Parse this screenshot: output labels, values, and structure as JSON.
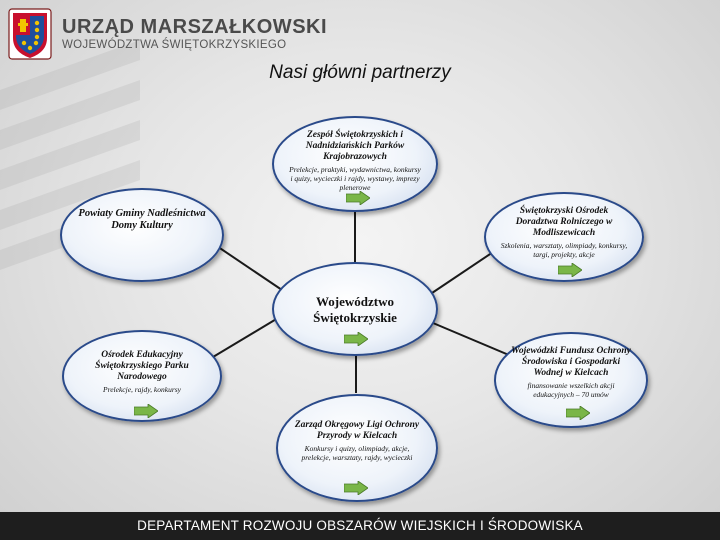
{
  "header": {
    "org_name": "URZĄD MARSZAŁKOWSKI",
    "org_sub": "WOJEWÓDZTWA ŚWIĘTOKRZYSKIEGO"
  },
  "title": "Nasi główni partnerzy",
  "center": {
    "title": "Województwo Świętokrzyskie"
  },
  "partners": {
    "top": {
      "title": "Zespół Świętokrzyskich i Nadnidziańskich Parków Krajobrazowych",
      "desc": "Prelekcje, praktyki, wydawnictwa, konkursy i quizy, wycieczki i rajdy, wystawy, imprezy plenerowe"
    },
    "top_left": {
      "title": "Powiaty Gminy Nadleśnictwa Domy Kultury"
    },
    "top_right": {
      "title": "Świętokrzyski Ośrodek Doradztwa Rolniczego w Modliszewicach",
      "desc": "Szkolenia, warsztaty, olimpiady, konkursy, targi, projekty, akcje"
    },
    "bottom_left": {
      "title": "Ośrodek Edukacyjny Świętokrzyskiego Parku Narodowego",
      "desc": "Prelekcje, rajdy, konkursy"
    },
    "bottom_right": {
      "title": "Wojewódzki Fundusz Ochrony Środowiska i Gospodarki Wodnej w Kielcach",
      "desc": "finansowanie wszelkich akcji edukacyjnych – 70 umów"
    },
    "bottom": {
      "title": "Zarząd Okręgowy Ligi Ochrony Przyrody w Kielcach",
      "desc": "Konkursy i quizy, olimpiady, akcje, prelekcje, warsztaty, rajdy, wycieczki"
    }
  },
  "footer": {
    "text": "DEPARTAMENT ROZWOJU OBSZARÓW WIEJSKICH I ŚRODOWISKA"
  },
  "colors": {
    "node_border": "#2a4a8a",
    "arrow_fill": "#7ab648",
    "footer_bg": "#1e1e1e",
    "crest_red": "#c8102e",
    "crest_blue": "#1f4e9c",
    "crest_yellow": "#f2c400"
  }
}
